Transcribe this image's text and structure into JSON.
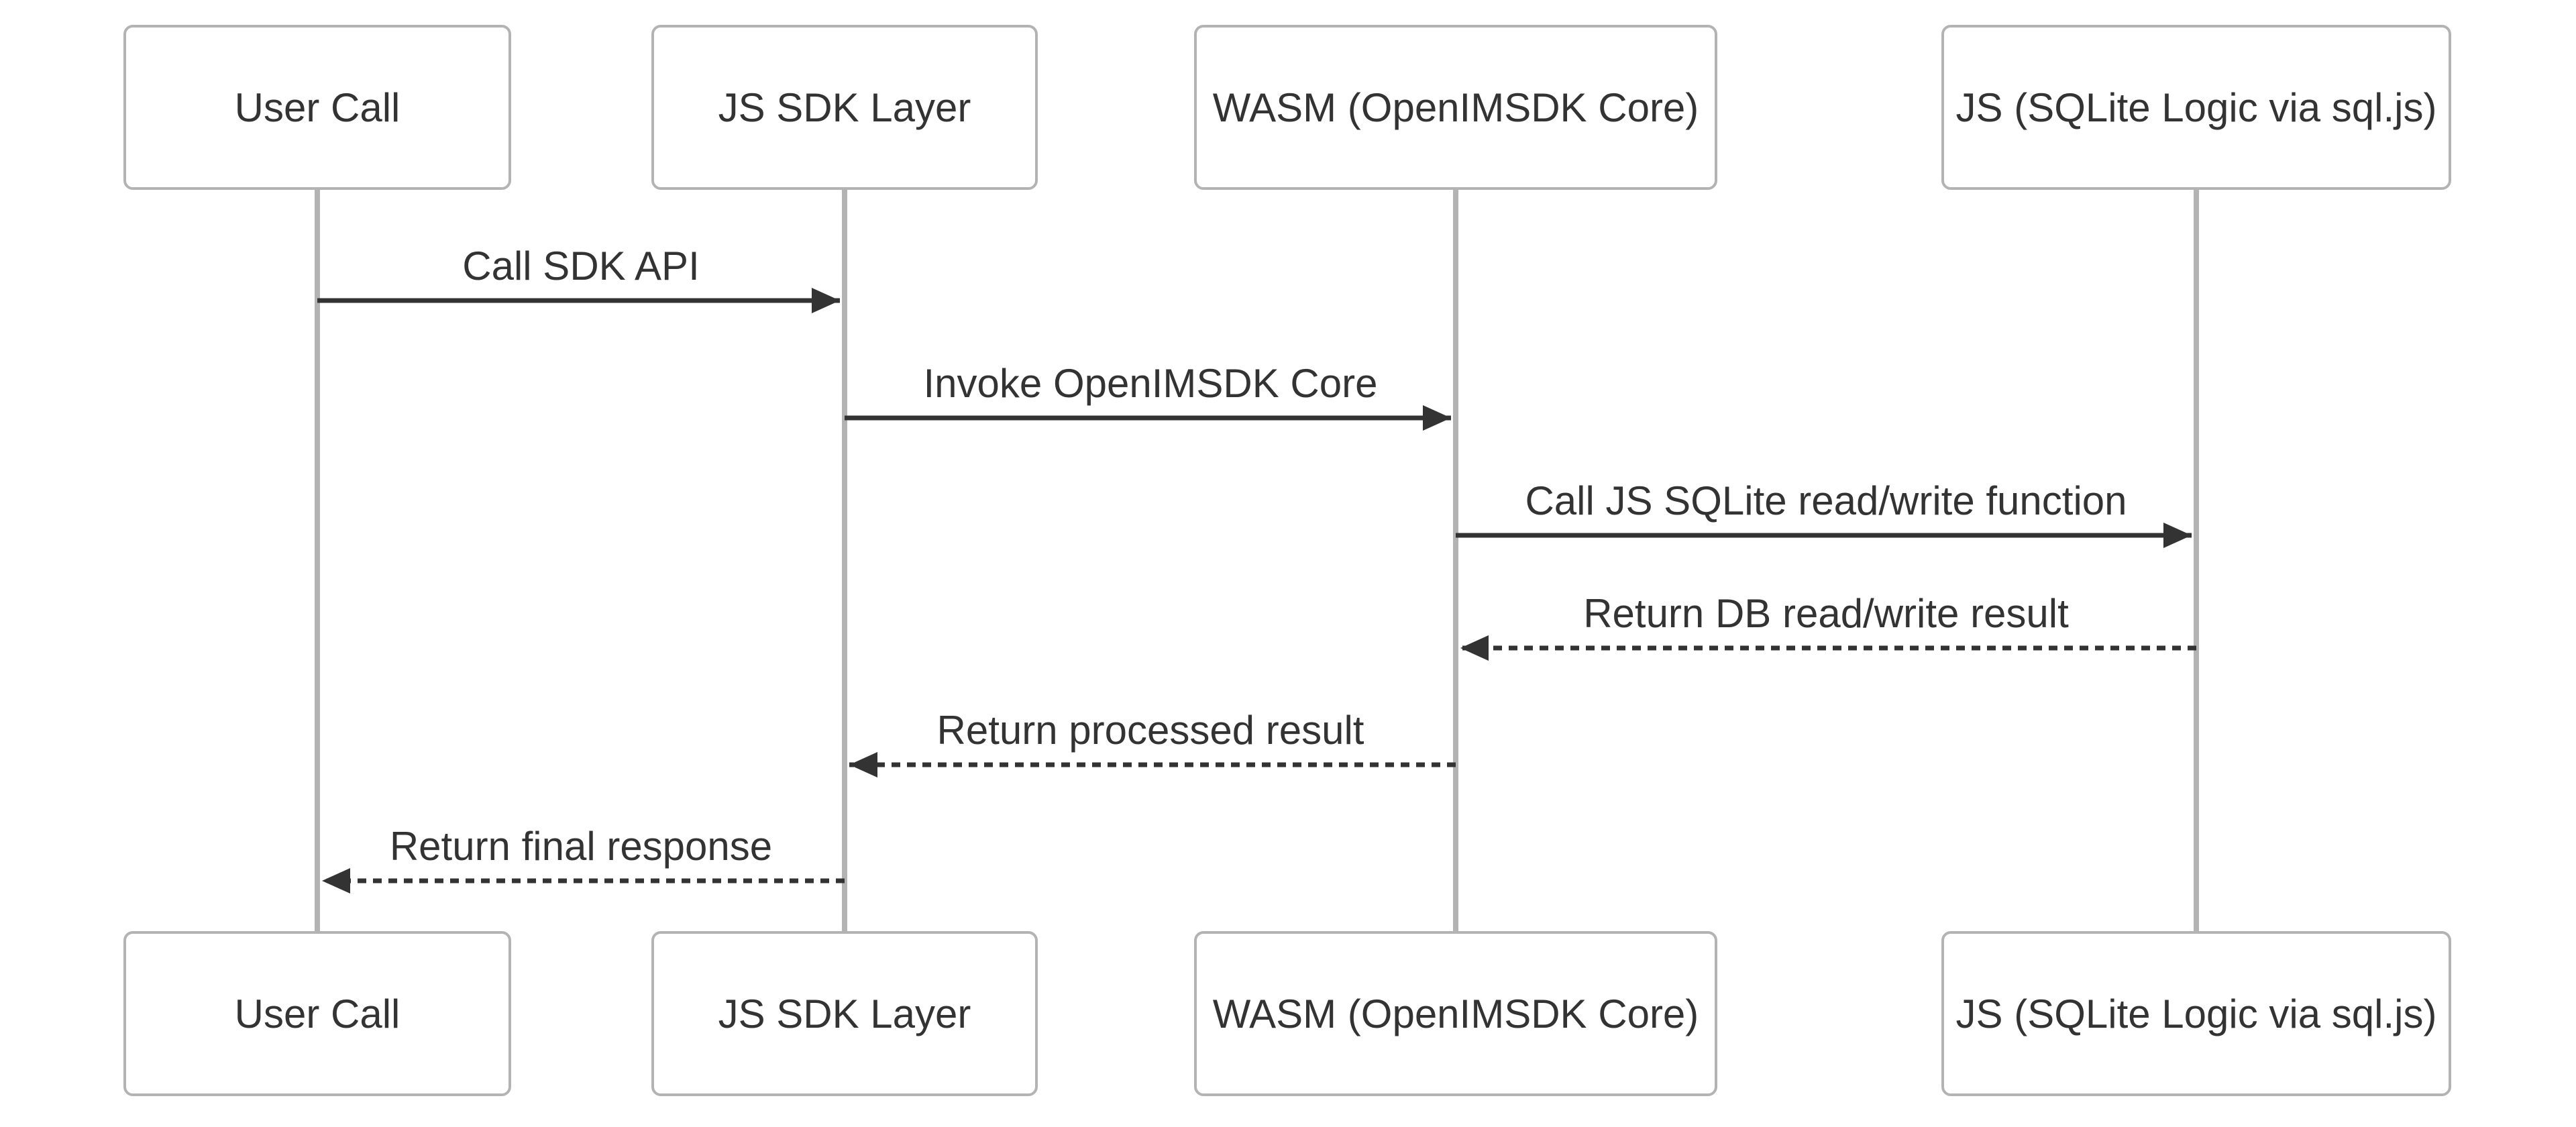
{
  "diagram": {
    "type": "sequence-diagram",
    "participants": [
      {
        "id": "user-call",
        "label": "User Call"
      },
      {
        "id": "js-sdk",
        "label": "JS SDK Layer"
      },
      {
        "id": "wasm-core",
        "label": "WASM (OpenIMSDK Core)"
      },
      {
        "id": "js-sqlite",
        "label": "JS (SQLite Logic via sql.js)"
      }
    ],
    "messages": [
      {
        "from": "User Call",
        "to": "JS SDK Layer",
        "label": "Call SDK API",
        "style": "solid",
        "direction": "right"
      },
      {
        "from": "JS SDK Layer",
        "to": "WASM (OpenIMSDK Core)",
        "label": "Invoke OpenIMSDK Core",
        "style": "solid",
        "direction": "right"
      },
      {
        "from": "WASM (OpenIMSDK Core)",
        "to": "JS (SQLite Logic via sql.js)",
        "label": "Call JS SQLite read/write function",
        "style": "solid",
        "direction": "right"
      },
      {
        "from": "JS (SQLite Logic via sql.js)",
        "to": "WASM (OpenIMSDK Core)",
        "label": "Return DB read/write result",
        "style": "dashed",
        "direction": "left"
      },
      {
        "from": "WASM (OpenIMSDK Core)",
        "to": "JS SDK Layer",
        "label": "Return processed result",
        "style": "dashed",
        "direction": "left"
      },
      {
        "from": "JS SDK Layer",
        "to": "User Call",
        "label": "Return final response",
        "style": "dashed",
        "direction": "left"
      }
    ],
    "colors": {
      "background": "#ffffff",
      "actor_fill": "#ffffff",
      "actor_border": "#b3b3b3",
      "lifeline": "#b3b3b3",
      "message_line": "#333333",
      "text": "#333333"
    }
  }
}
